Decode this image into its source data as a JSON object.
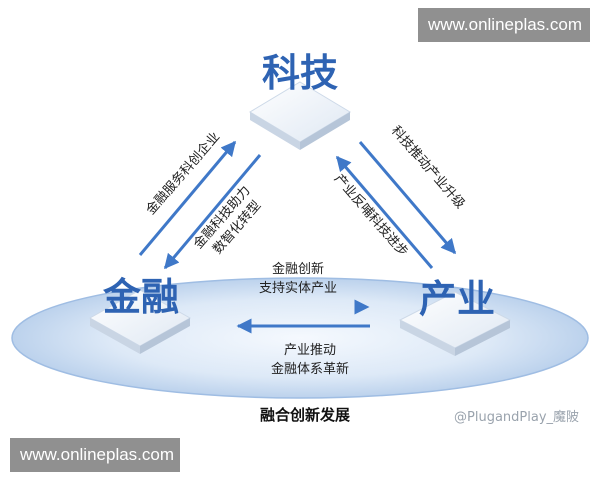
{
  "nodes": {
    "tech": "科技",
    "finance": "金融",
    "industry": "产业"
  },
  "edges": {
    "finance_to_tech": "金融服务科创企业",
    "tech_to_finance_1": "金融科技助力",
    "tech_to_finance_2": "数智化转型",
    "tech_to_industry": "科技推动产业升级",
    "industry_to_tech": "产业反哺科技进步",
    "finance_to_industry_1": "金融创新",
    "finance_to_industry_2": "支持实体产业",
    "industry_to_finance_1": "产业推动",
    "industry_to_finance_2": "金融体系革新"
  },
  "caption": "融合创新发展",
  "credit": "@PlugandPlay_魔陂",
  "watermarks": {
    "top": "www.onlineplas.com",
    "bottom": "www.onlineplas.com"
  },
  "colors": {
    "node_text": "#2e63b3",
    "arrow": "#3f78c8",
    "ellipse": "#bcd3ee"
  }
}
